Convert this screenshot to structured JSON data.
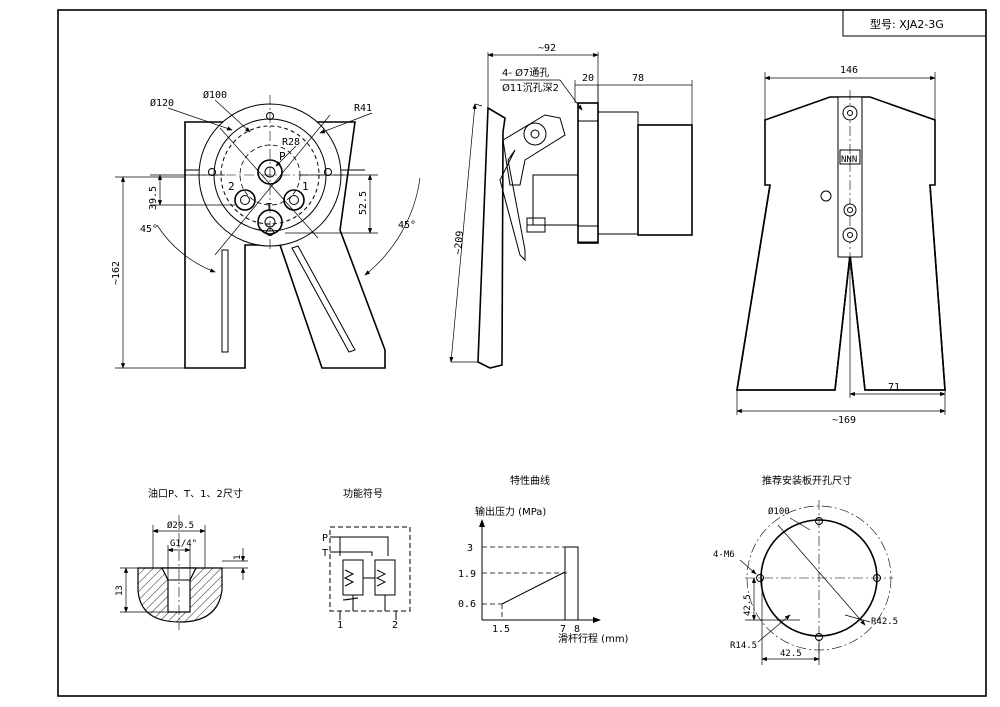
{
  "title_block": {
    "model": "型号: XJA2-3G"
  },
  "front_view": {
    "d120": "Ø120",
    "d100": "Ø100",
    "r41": "R41",
    "r28": "R28",
    "port_p": "P",
    "port_2": "2",
    "port_1": "1",
    "port_t": "T",
    "d39_5": "39.5",
    "d52_5": "52.5",
    "a45_left": "45°",
    "a45_right": "45°",
    "h162": "~162"
  },
  "side_view": {
    "w92": "~92",
    "holes1": "4- Ø7通孔",
    "holes2": "Ø11沉孔深2",
    "w20": "20",
    "w78": "78",
    "h209": "~209"
  },
  "pedal_view": {
    "w146": "146",
    "w71": "71",
    "w169": "~169"
  },
  "port_section": {
    "title": "油口P、T、1、2尺寸",
    "d20_5": "Ø20.5",
    "g14": "G1/4\"",
    "d1": "1",
    "d13": "13"
  },
  "symbol": {
    "title": "功能符号",
    "p": "P",
    "t": "T",
    "p1": "1",
    "p2": "2"
  },
  "curve": {
    "title": "特性曲线",
    "ylabel": "输出压力 (MPa)",
    "xlabel": "滑杆行程 (mm)",
    "y3": "3",
    "y19": "1.9",
    "y06": "0.6",
    "x15": "1.5",
    "x7": "7",
    "x8": "8"
  },
  "panel": {
    "title": "推荐安装板开孔尺寸",
    "d100": "Ø100",
    "m6": "4-M6",
    "r42_5": "R42.5",
    "d42_5v": "42.5",
    "d42_5h": "42.5",
    "r14_5": "R14.5"
  }
}
